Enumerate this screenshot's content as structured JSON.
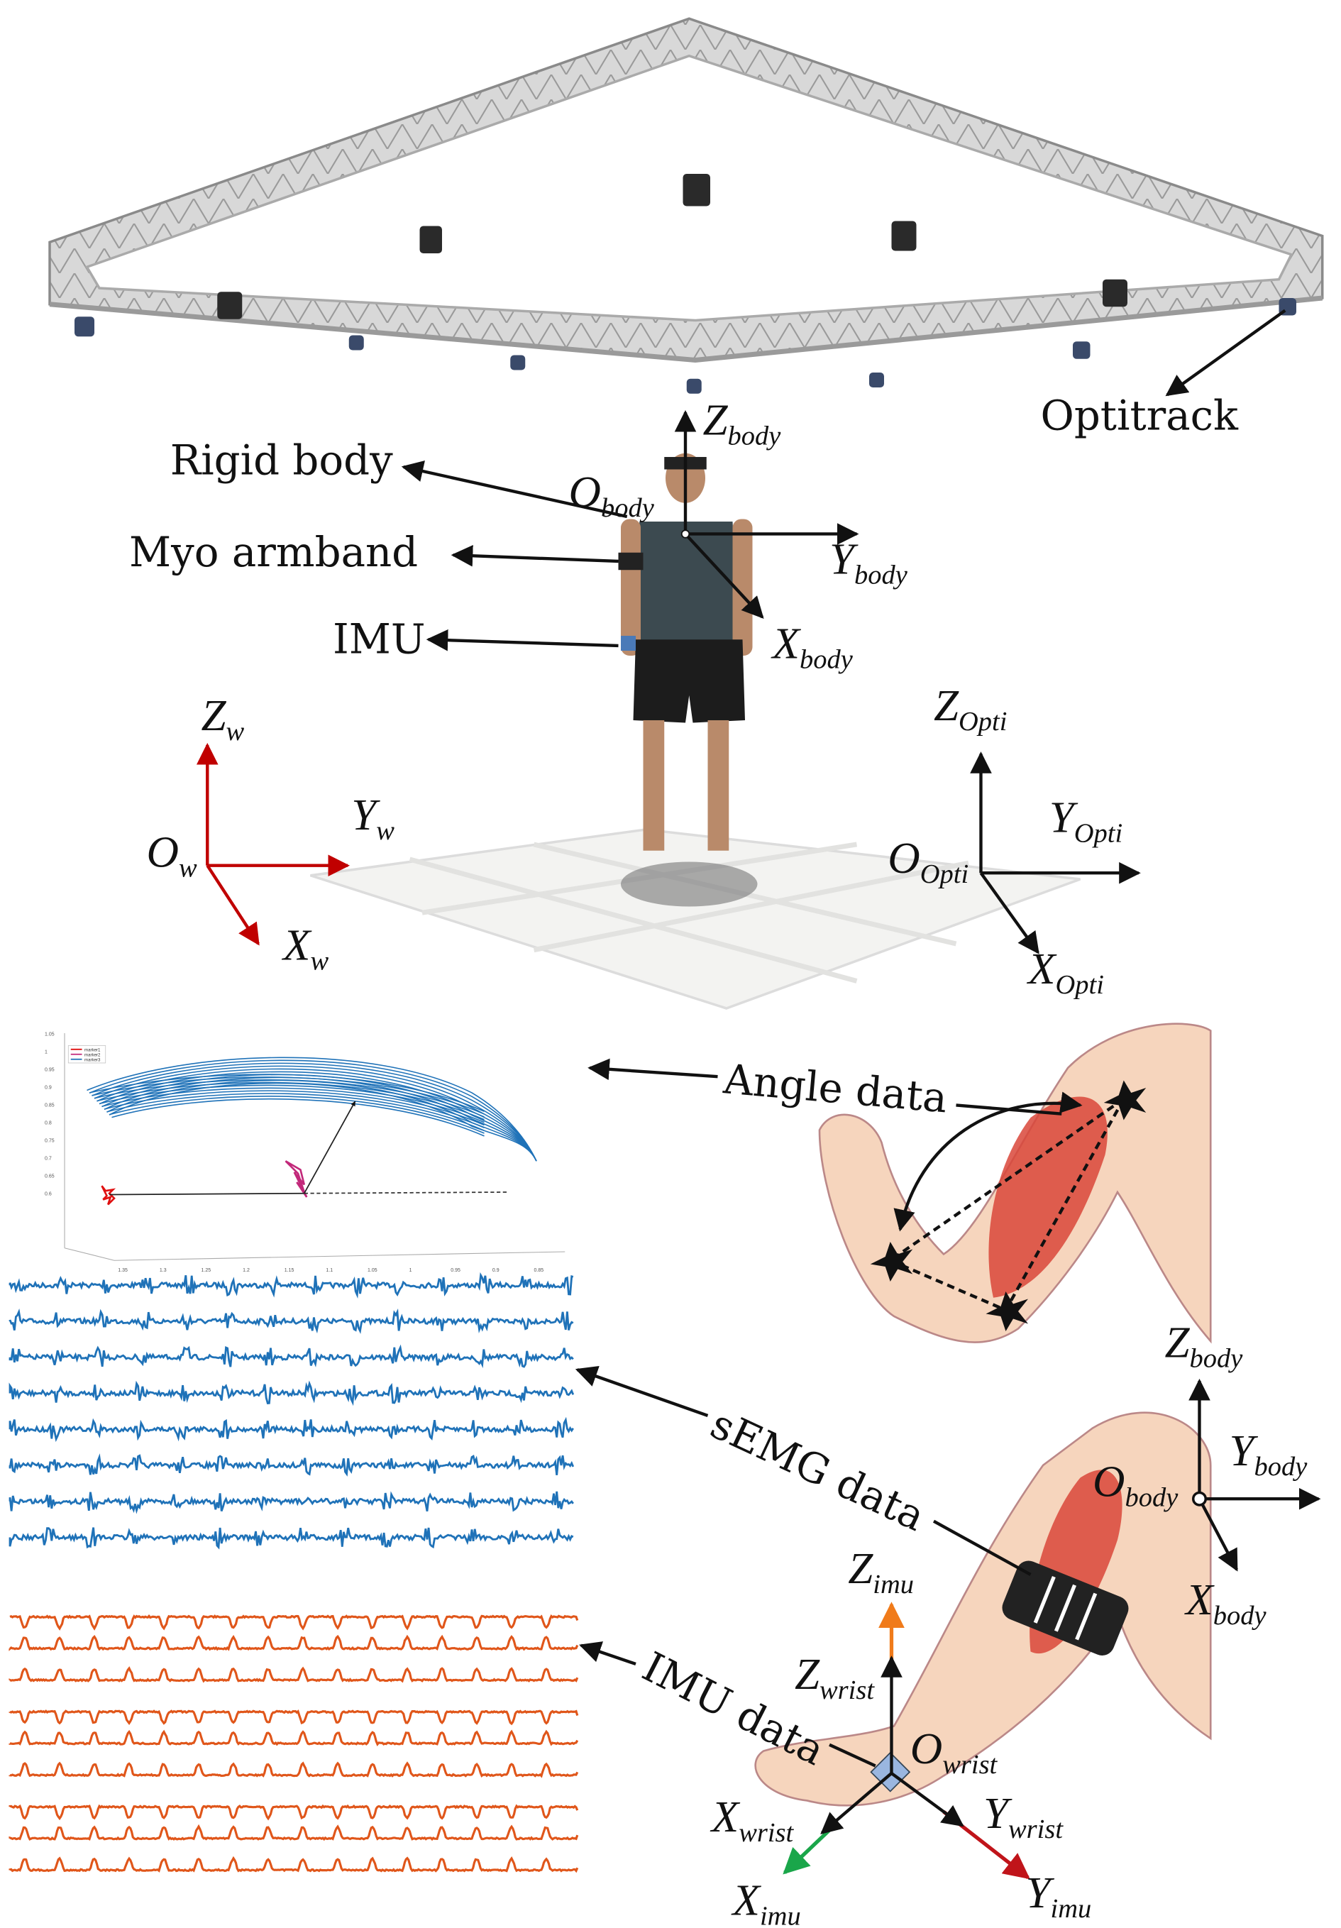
{
  "labels": {
    "optitrack": "Optitrack",
    "rigid_body": "Rigid body",
    "myo_armband": "Myo armband",
    "imu": "IMU",
    "angle_data": "Angle data",
    "semg_data": "sEMG data",
    "imu_data": "IMU data"
  },
  "axes": {
    "body": {
      "z": "Z",
      "y": "Y",
      "x": "X",
      "o": "O",
      "sub": "body"
    },
    "world": {
      "z": "Z",
      "y": "Y",
      "x": "X",
      "o": "O",
      "sub": "w"
    },
    "opti": {
      "z": "Z",
      "y": "Y",
      "x": "X",
      "o": "O",
      "sub": "Opti"
    },
    "arm_body": {
      "z": "Z",
      "y": "Y",
      "x": "X",
      "o": "O",
      "sub": "body"
    },
    "wrist": {
      "z": "Z",
      "y": "Y",
      "x": "X",
      "o": "O",
      "sub": "wrist"
    },
    "imu": {
      "z": "Z",
      "y": "Y",
      "x": "X",
      "sub": "imu"
    }
  },
  "colors": {
    "world_axes": "#c00000",
    "semg": "#1f72b8",
    "imu_signal": "#e0561a",
    "imu_z": "#f07b1a",
    "imu_x": "#1aa64a",
    "imu_y": "#c0141a",
    "skin": "#f6d5bd",
    "muscle": "#d9473a"
  },
  "trajectory_plot": {
    "legend": [
      "marker1",
      "marker2",
      "marker3"
    ],
    "z_ticks": [
      "1.05",
      "1",
      "0.95",
      "0.9",
      "0.85",
      "0.8",
      "0.75",
      "0.7",
      "0.65",
      "0.6"
    ],
    "x_ticks": [
      "1.35",
      "1.3",
      "1.25",
      "1.2",
      "1.15",
      "1.1",
      "1.05",
      "1",
      "0.95",
      "0.9",
      "0.85"
    ]
  },
  "signals": {
    "semg_channels": 8,
    "imu_channels": 9
  }
}
